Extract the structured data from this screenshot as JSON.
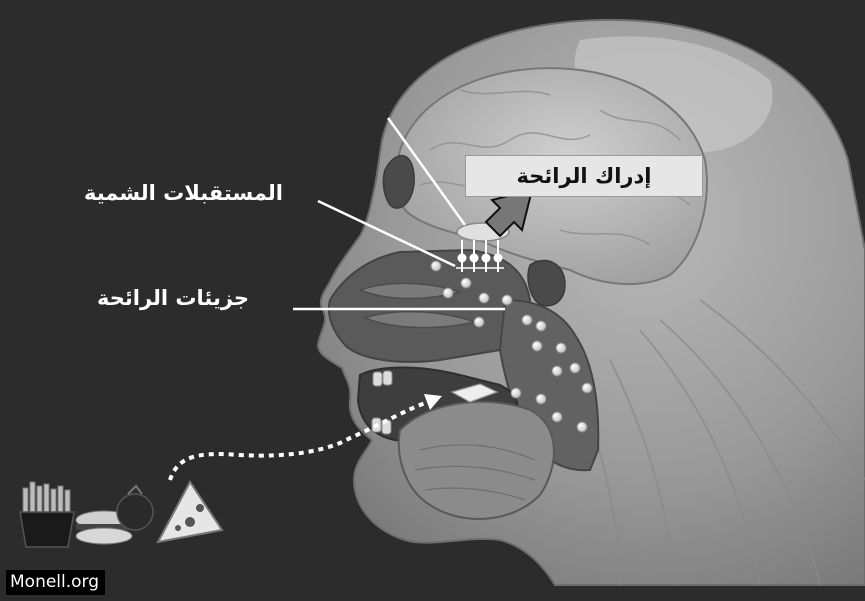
{
  "labels": {
    "perception": "إدراك الرائحة",
    "receptors": "المستقبلات الشمية",
    "molecules": "جزيئات الرائحة"
  },
  "credit": "Monell.org",
  "colors": {
    "background": "#2c2c2c",
    "head_fill": "#9e9e9e",
    "label_text": "#ffffff",
    "box_fill": "#e6e6e6"
  },
  "icons": {
    "arrow": "up-right-arrow-icon",
    "food": "food-items-icon",
    "scent_path": "dotted-arrow-icon"
  }
}
